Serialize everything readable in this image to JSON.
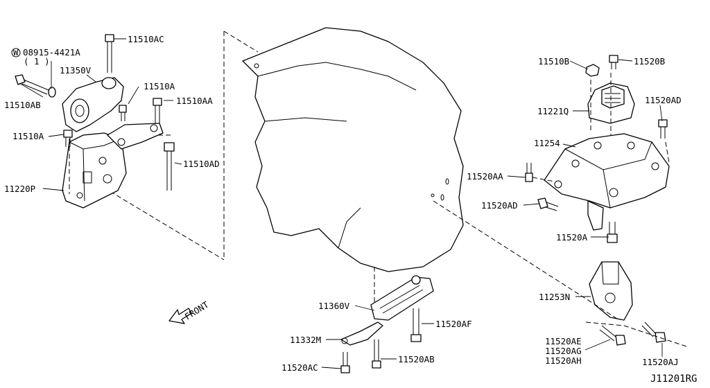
{
  "diagram": {
    "code": "J11201RG",
    "front_label": "FRONT",
    "washer_note": {
      "prefix": "W",
      "number": "08915-4421A",
      "qty": "( 1 )"
    }
  },
  "labels": [
    {
      "id": "11510AC",
      "text": "11510AC"
    },
    {
      "id": "11350V",
      "text": "11350V"
    },
    {
      "id": "11510A-top",
      "text": "11510A"
    },
    {
      "id": "11510AB",
      "text": "11510AB"
    },
    {
      "id": "11510AA-left",
      "text": "11510AA"
    },
    {
      "id": "11510A-left",
      "text": "11510A"
    },
    {
      "id": "11510AD",
      "text": "11510AD"
    },
    {
      "id": "11220P",
      "text": "11220P"
    },
    {
      "id": "11510B",
      "text": "11510B"
    },
    {
      "id": "11520B",
      "text": "11520B"
    },
    {
      "id": "11221Q",
      "text": "11221Q"
    },
    {
      "id": "11520AD-top",
      "text": "11520AD"
    },
    {
      "id": "11254",
      "text": "11254"
    },
    {
      "id": "11520AA",
      "text": "11520AA"
    },
    {
      "id": "11520AD-mid",
      "text": "11520AD"
    },
    {
      "id": "11520A",
      "text": "11520A"
    },
    {
      "id": "11253N",
      "text": "11253N"
    },
    {
      "id": "11360V",
      "text": "11360V"
    },
    {
      "id": "11520AF",
      "text": "11520AF"
    },
    {
      "id": "11332M",
      "text": "11332M"
    },
    {
      "id": "11520AC",
      "text": "11520AC"
    },
    {
      "id": "11520AB",
      "text": "11520AB"
    },
    {
      "id": "11520AE",
      "text": "11520AE"
    },
    {
      "id": "11520AG",
      "text": "11520AG"
    },
    {
      "id": "11520AH",
      "text": "11520AH"
    },
    {
      "id": "11520AJ",
      "text": "11520AJ"
    }
  ]
}
